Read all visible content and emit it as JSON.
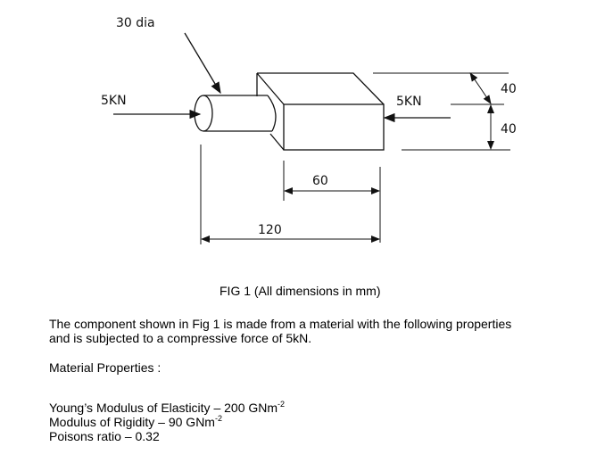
{
  "figure": {
    "label_diameter": "30 dia",
    "label_force_left": "5KN",
    "label_force_right": "5KN",
    "dim_depth": "40",
    "dim_height": "40",
    "dim_block_length": "60",
    "dim_total_length": "120"
  },
  "caption": "FIG 1 (All dimensions in mm)",
  "intro_line1": "The component shown in Fig 1 is made from a material with the following properties",
  "intro_line2": "and is subjected to a compressive force of 5kN.",
  "properties_heading": "Material Properties :",
  "properties": [
    {
      "text": "Young’s Modulus of Elasticity – 200 GNm",
      "sup": "-2"
    },
    {
      "text": "Modulus of Rigidity – 90 GNm",
      "sup": "-2"
    },
    {
      "text": "Poisons ratio – 0.32",
      "sup": ""
    }
  ]
}
